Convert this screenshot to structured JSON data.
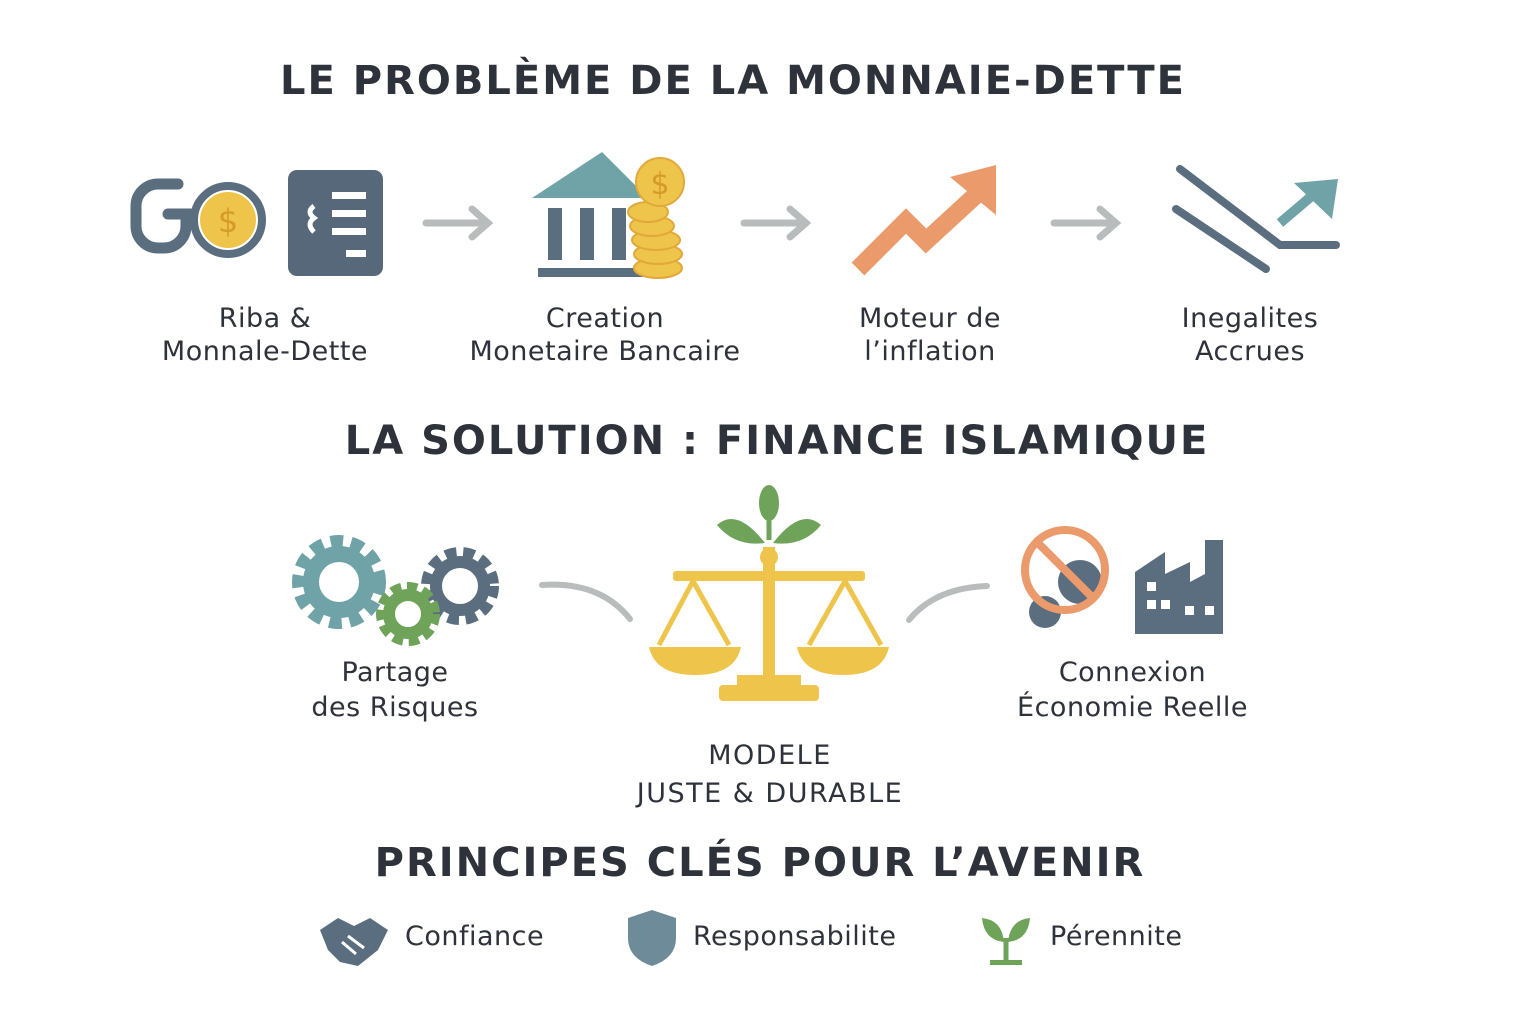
{
  "problem": {
    "title": "LE PROBLÈME DE LA MONNAIE-DETTE",
    "steps": [
      {
        "icon": "chain-coin-document-icon",
        "line1": "Riba &",
        "line2": "Monnale-Dette"
      },
      {
        "icon": "bank-coins-icon",
        "line1": "Creation",
        "line2": "Monetaire Bancaire"
      },
      {
        "icon": "trend-up-arrow-icon",
        "line1": "Moteur de",
        "line2": "l’inflation"
      },
      {
        "icon": "diverging-lines-icon",
        "line1": "Inegalites",
        "line2": "Accrues"
      }
    ]
  },
  "solution": {
    "title": "LA SOLUTION : FINANCE ISLAMIQUE",
    "left": {
      "line1": "Partage",
      "line2": "des Risques"
    },
    "center": {
      "line1": "MODELE",
      "line2": "JUSTE & DURABLE"
    },
    "right": {
      "line1": "Connexion",
      "line2": "Économie Reelle"
    }
  },
  "principles": {
    "title": "PRINCIPES CLÉS POUR L’AVENIR",
    "items": [
      {
        "icon": "handshake-icon",
        "label": "Confiance"
      },
      {
        "icon": "shield-icon",
        "label": "Responsabilite"
      },
      {
        "icon": "sprout-icon",
        "label": "Pérennite"
      }
    ]
  },
  "colors": {
    "slate": "#5a6e80",
    "gold": "#efc44a",
    "orange": "#eb9a6c",
    "teal": "#6fa3a8",
    "green": "#6fa35a",
    "gray": "#b9bcbd"
  }
}
